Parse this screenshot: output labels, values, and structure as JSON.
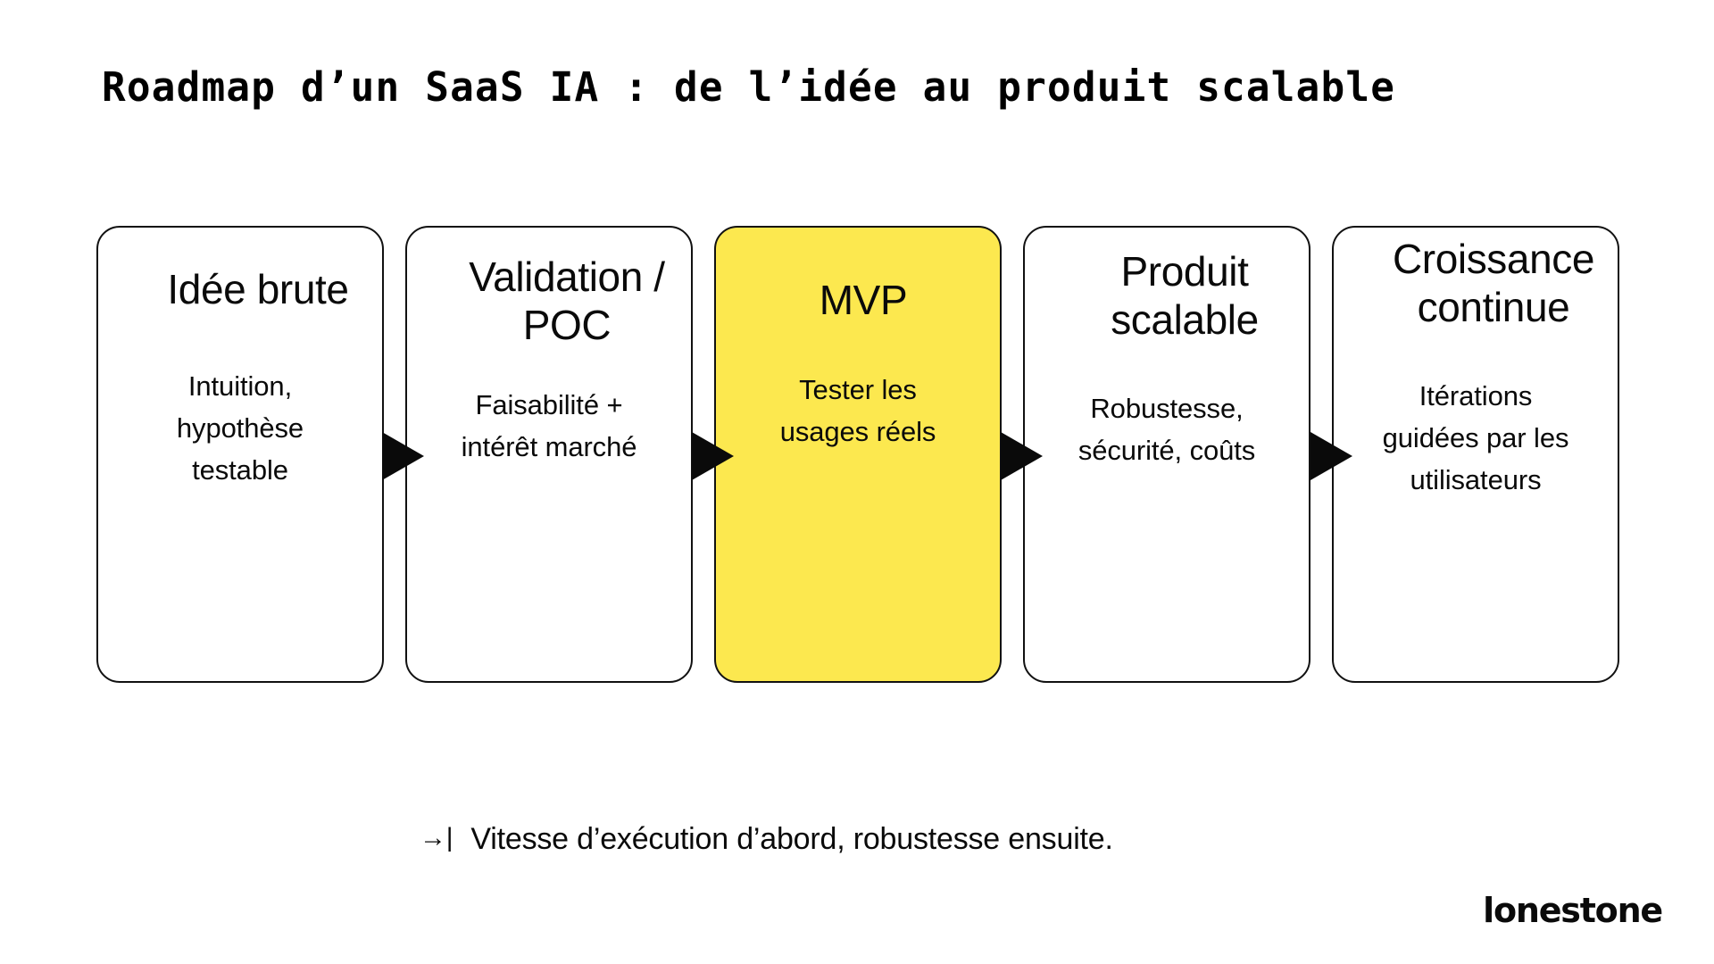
{
  "slide": {
    "title": "Roadmap d’un SaaS IA : de l’idée au produit scalable",
    "accent_color": "#FCE84F",
    "background_color": "#FFFFFF",
    "text_color": "#0A0A0A",
    "border_color": "#111111"
  },
  "flow": {
    "arrow_icon": "triangle-right-icon",
    "steps": [
      {
        "title": "Idée brute",
        "description": "Intuition,\nhypothèse\ntestable",
        "highlighted": false
      },
      {
        "title": "Validation /\nPOC",
        "description": "Faisabilité +\nintérêt marché",
        "highlighted": false
      },
      {
        "title": "MVP",
        "description": "Tester les\nusages réels",
        "highlighted": true
      },
      {
        "title": "Produit\nscalable",
        "description": "Robustesse,\nsécurité, coûts",
        "highlighted": false
      },
      {
        "title": "Croissance\ncontinue",
        "description": "Itérations\nguidées par les\nutilisateurs",
        "highlighted": false
      }
    ]
  },
  "footnote": {
    "icon": "→|",
    "icon_name": "arrow-to-bar-icon",
    "text": "Vitesse d’exécution d’abord, robustesse ensuite."
  },
  "logo": {
    "text": "lonestone"
  }
}
